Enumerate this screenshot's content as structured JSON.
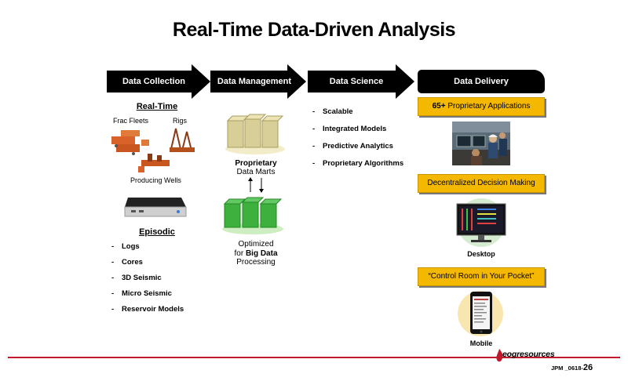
{
  "title": "Real-Time Data-Driven Analysis",
  "headers": {
    "collection": "Data Collection",
    "management": "Data Management",
    "science": "Data Science",
    "delivery": "Data Delivery"
  },
  "collection": {
    "realtime_heading": "Real-Time",
    "frac_fleets": "Frac Fleets",
    "rigs": "Rigs",
    "producing_wells": "Producing Wells",
    "episodic_heading": "Episodic",
    "episodic_items": [
      "Logs",
      "Cores",
      "3D Seismic",
      "Micro Seismic",
      "Reservoir Models"
    ]
  },
  "management": {
    "marts_bold": "Proprietary",
    "marts_text": "Data Marts",
    "opt_line1": "Optimized",
    "opt_for": "for ",
    "opt_bold": "Big Data",
    "opt_line3": "Processing"
  },
  "science": {
    "items": [
      "Scalable",
      "Integrated Models",
      "Predictive Analytics",
      "Proprietary Algorithms"
    ]
  },
  "delivery": {
    "apps_bold": "65+",
    "apps_text": " Proprietary Applications",
    "decision": "Decentralized Decision Making",
    "desktop": "Desktop",
    "pocket": "“Control Room in Your Pocket”",
    "mobile": "Mobile"
  },
  "footer": {
    "logo": "eogresources",
    "code": "JPM _0618-",
    "page": "26"
  },
  "colors": {
    "accent_yellow": "#f5b800",
    "brand_red": "#c0182a",
    "banner_black": "#000000"
  }
}
